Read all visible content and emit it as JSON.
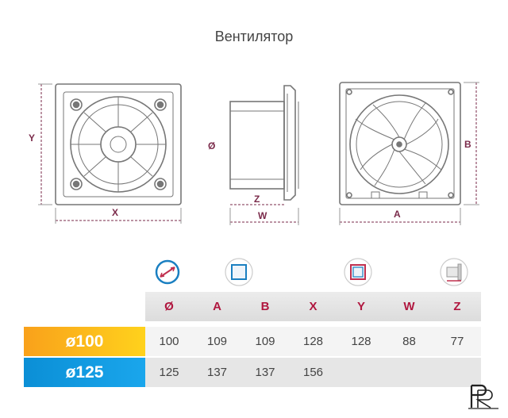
{
  "title": "Вентилятор",
  "dimensions": {
    "x": "X",
    "y": "Y",
    "diameter": "Ø",
    "z": "Z",
    "w": "W",
    "a": "A",
    "b": "B"
  },
  "icons": [
    "diameter-icon",
    "square-icon",
    "square-framed-icon",
    "side-profile-icon"
  ],
  "table": {
    "headers": [
      "Ø",
      "A",
      "B",
      "X",
      "Y",
      "W",
      "Z"
    ],
    "rows": [
      {
        "model": "ø100",
        "color": "#f9b11b",
        "values": [
          "100",
          "109",
          "109",
          "128",
          "128",
          "88",
          "77"
        ]
      },
      {
        "model": "ø125",
        "color": "#1098e0",
        "values": [
          "125",
          "137",
          "137",
          "156",
          "",
          "",
          ""
        ]
      }
    ]
  },
  "colors": {
    "accent": "#b0173f",
    "dimension": "#7a2a4a"
  }
}
